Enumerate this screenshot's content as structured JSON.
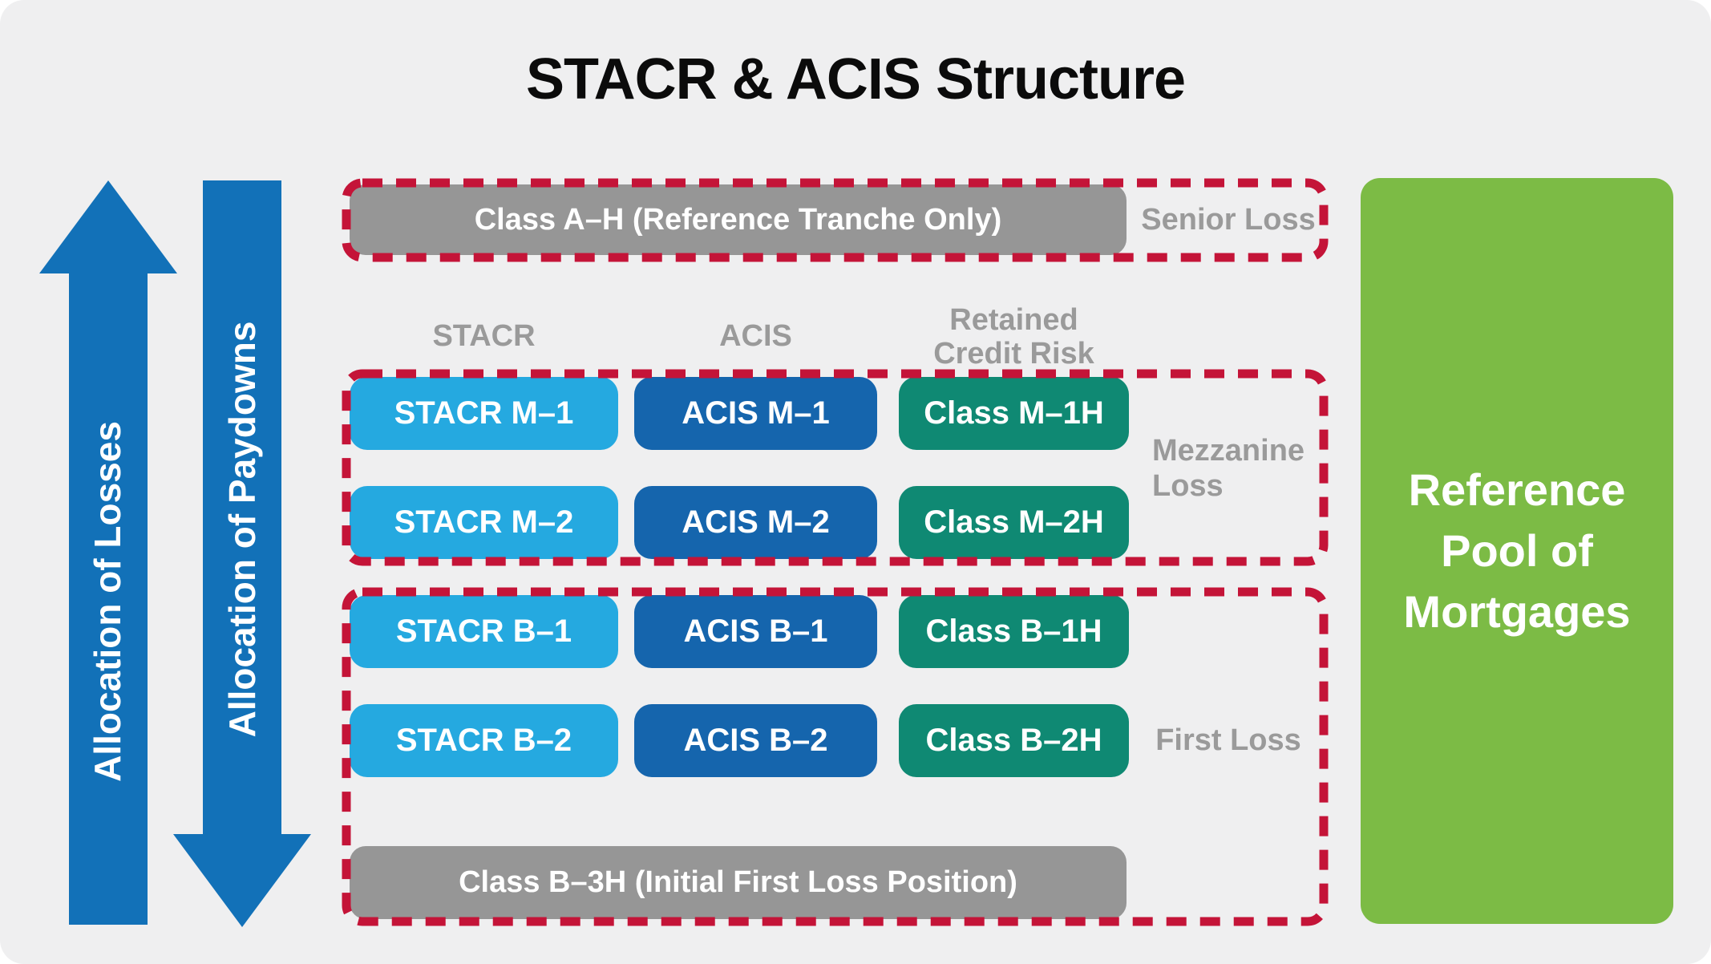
{
  "title": "STACR & ACIS Structure",
  "left_arrows": {
    "losses": "Allocation of Losses",
    "paydowns": "Allocation of Paydowns"
  },
  "senior_tranche": {
    "bar_label": "Class A–H (Reference Tranche Only)",
    "loss_label": "Senior Loss"
  },
  "column_headers": {
    "stacr": "STACR",
    "acis": "ACIS",
    "retained_line1": "Retained",
    "retained_line2": "Credit Risk"
  },
  "tranche_grid": {
    "rows": [
      {
        "stacr": "STACR M–1",
        "acis": "ACIS M–1",
        "retained": "Class M–1H"
      },
      {
        "stacr": "STACR M–2",
        "acis": "ACIS M–2",
        "retained": "Class M–2H"
      },
      {
        "stacr": "STACR B–1",
        "acis": "ACIS B–1",
        "retained": "Class B–1H"
      },
      {
        "stacr": "STACR B–2",
        "acis": "ACIS B–2",
        "retained": "Class B–2H"
      }
    ]
  },
  "mezzanine_loss_label": {
    "line1": "Mezzanine",
    "line2": "Loss"
  },
  "first_loss_label": "First Loss",
  "first_loss_bar_label": "Class B–3H (Initial First Loss Position)",
  "reference_pool": {
    "line1": "Reference",
    "line2": "Pool of",
    "line3": "Mortgages"
  },
  "colors": {
    "stacr_blue": "#25a9e0",
    "acis_blue": "#1565ad",
    "retained_teal": "#0f8973",
    "pool_green": "#7cbb45",
    "bar_gray": "#969696",
    "label_gray": "#9a9a9a",
    "dash_red": "#c41438",
    "arrow_blue": "#1271b8",
    "panel_bg": "#efeff0"
  }
}
